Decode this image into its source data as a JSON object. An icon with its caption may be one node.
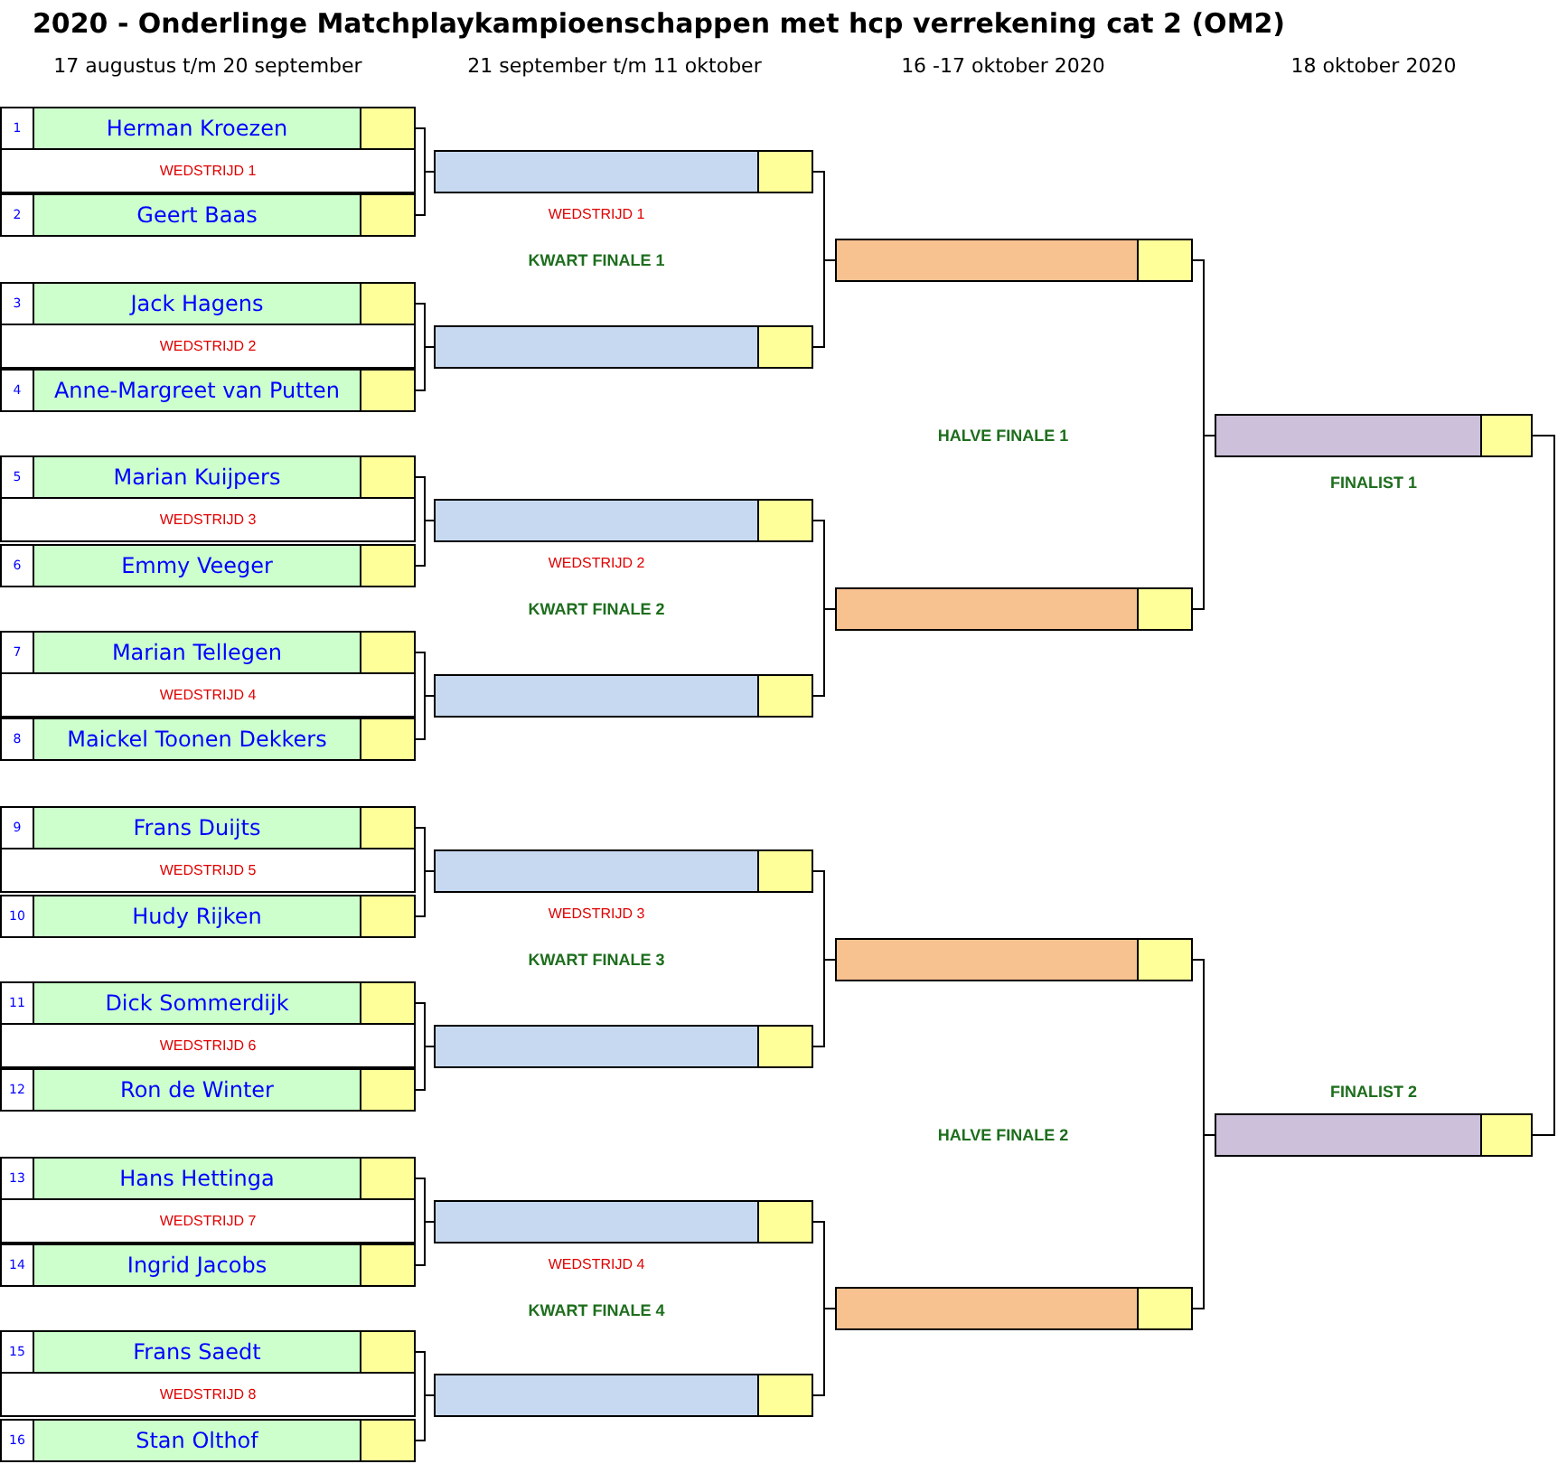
{
  "diagram": {
    "title": "2020 - Onderlinge Matchplaykampioenschappen met hcp verrekening cat 2 (OM2)",
    "nodes": [
      {
        "text": [
          "1",
          "Herman Kroezen"
        ]
      },
      {
        "text": [
          "2",
          "Geert Baas"
        ]
      },
      {
        "text": [
          "3",
          "Jack Hagens"
        ]
      },
      {
        "text": [
          "4",
          "Anne-Margreet van Putten"
        ]
      },
      {
        "text": [
          "5",
          "Marian Kuijpers"
        ]
      },
      {
        "text": [
          "6",
          "Emmy Veeger"
        ]
      },
      {
        "text": [
          "7",
          "Marian Tellegen"
        ]
      },
      {
        "text": [
          "8",
          "Maickel Toonen Dekkers"
        ]
      },
      {
        "text": [
          "9",
          "Frans Duijts"
        ]
      },
      {
        "text": [
          "10",
          "Hudy Rijken"
        ]
      },
      {
        "text": [
          "11",
          "Dick Sommerdijk"
        ]
      },
      {
        "text": [
          "12",
          "Ron de Winter"
        ]
      },
      {
        "text": [
          "13",
          "Hans Hettinga"
        ]
      },
      {
        "text": [
          "14",
          "Ingrid Jacobs"
        ]
      },
      {
        "text": [
          "15",
          "Frans Saedt"
        ]
      },
      {
        "text": [
          "16",
          "Stan Olthof"
        ]
      },
      {
        "text": [],
        "shape": "box"
      },
      {
        "text": [],
        "shape": "box"
      },
      {
        "text": [],
        "shape": "box"
      },
      {
        "text": [],
        "shape": "box"
      },
      {
        "text": [],
        "shape": "box"
      },
      {
        "text": [],
        "shape": "box"
      },
      {
        "text": [],
        "shape": "box"
      },
      {
        "text": [],
        "shape": "box"
      },
      {
        "text": [],
        "shape": "box"
      },
      {
        "text": [],
        "shape": "box"
      },
      {
        "text": [],
        "shape": "box"
      },
      {
        "text": [],
        "shape": "box"
      },
      {
        "text": [],
        "shape": "box"
      },
      {
        "text": [],
        "shape": "box"
      }
    ],
    "edges": [
      {
        "from": 0,
        "to": 16,
        "arrow": "none"
      },
      {
        "from": 1,
        "to": 16,
        "arrow": "none"
      },
      {
        "from": 2,
        "to": 17,
        "arrow": "none"
      },
      {
        "from": 3,
        "to": 17,
        "arrow": "none"
      },
      {
        "from": 4,
        "to": 18,
        "arrow": "none"
      },
      {
        "from": 5,
        "to": 18,
        "arrow": "none"
      },
      {
        "from": 6,
        "to": 19,
        "arrow": "none"
      },
      {
        "from": 7,
        "to": 19,
        "arrow": "none"
      },
      {
        "from": 8,
        "to": 20,
        "arrow": "none"
      },
      {
        "from": 9,
        "to": 20,
        "arrow": "none"
      },
      {
        "from": 10,
        "to": 21,
        "arrow": "none"
      },
      {
        "from": 11,
        "to": 21,
        "arrow": "none"
      },
      {
        "from": 12,
        "to": 22,
        "arrow": "none"
      },
      {
        "from": 13,
        "to": 22,
        "arrow": "none"
      },
      {
        "from": 14,
        "to": 23,
        "arrow": "none"
      },
      {
        "from": 15,
        "to": 23,
        "arrow": "none"
      },
      {
        "from": 16,
        "to": 24,
        "arrow": "none"
      },
      {
        "from": 17,
        "to": 24,
        "arrow": "none"
      },
      {
        "from": 18,
        "to": 25,
        "arrow": "none"
      },
      {
        "from": 19,
        "to": 25,
        "arrow": "none"
      },
      {
        "from": 20,
        "to": 26,
        "arrow": "none"
      },
      {
        "from": 21,
        "to": 26,
        "arrow": "none"
      },
      {
        "from": 22,
        "to": 27,
        "arrow": "none"
      },
      {
        "from": 23,
        "to": 27,
        "arrow": "none"
      },
      {
        "from": 24,
        "to": 28,
        "arrow": "none"
      },
      {
        "from": 25,
        "to": 28,
        "arrow": "none"
      },
      {
        "from": 26,
        "to": 29,
        "arrow": "none"
      },
      {
        "from": 27,
        "to": 29,
        "arrow": "none"
      },
      {
        "from": 28,
        "to": 29,
        "arrow": "none"
      }
    ],
    "labels": [
      "17 augustus t/m 20 september",
      "21 september t/m 11 oktober",
      "16 -17 oktober 2020",
      "18 oktober 2020",
      "WEDSTRIJD 1",
      "WEDSTRIJD 1",
      "KWART FINALE 1",
      "WEDSTRIJD 2",
      "HALVE FINALE 1",
      "FINALIST 1",
      "WEDSTRIJD 3",
      "WEDSTRIJD 2",
      "KWART FINALE 2",
      "WEDSTRIJD 4",
      "WEDSTRIJD 5",
      "WEDSTRIJD 3",
      "KWART FINALE 3",
      "WEDSTRIJD 6",
      "FINALIST 2",
      "HALVE FINALE 2",
      "WEDSTRIJD 7",
      "WEDSTRIJD 4",
      "KWART FINALE 4",
      "WEDSTRIJD 8"
    ]
  }
}
